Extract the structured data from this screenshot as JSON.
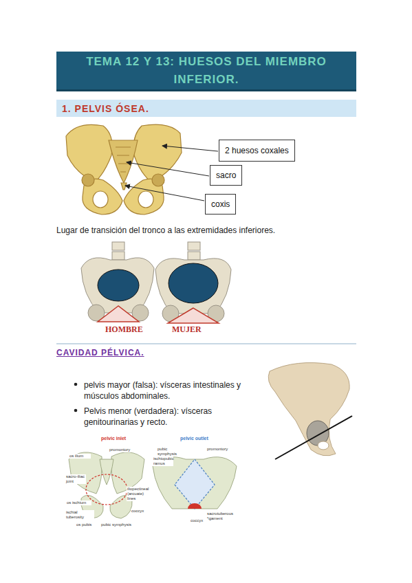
{
  "diagram": {
    "title": "TEMA 12 Y 13: HUESOS DEL MIEMBRO INFERIOR.",
    "nodes": [
      {
        "text": [
          "1. PELVIS ÓSEA."
        ]
      },
      {
        "text": [
          "2 huesos coxales"
        ]
      },
      {
        "text": [
          "sacro"
        ]
      },
      {
        "text": [
          "coxis"
        ]
      }
    ],
    "labels": [
      "Lugar de transición del tronco a las extremidades inferiores.",
      "HOMBRE",
      "MUJER",
      "CAVIDAD PÉLVICA.",
      "pelvis mayor (falsa): vísceras intestinales y músculos abdominales.",
      "Pelvis menor (verdadera): vísceras genitourinarias y recto.",
      "pelvic inlet",
      "os ilium",
      "promontory",
      "sacro-iliac joint",
      "os ischium",
      "ischial tuberosity",
      "os pubis",
      "pubic symphysis",
      "iliopectineal (arcuate) lines",
      "coccyx",
      "pelvic outlet",
      "pubic symphysis",
      "ischiopubic ramus",
      "promontory",
      "sacrotuberous ligament",
      "coccyx"
    ]
  }
}
